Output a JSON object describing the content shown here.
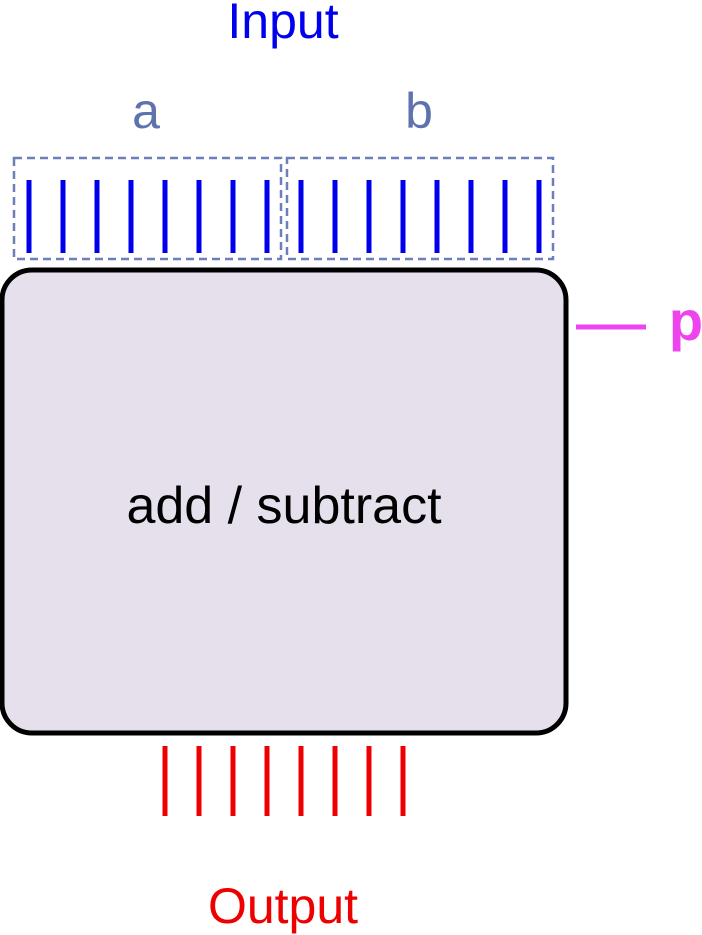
{
  "colors": {
    "input": "#0000EE",
    "group_label": "#5E72AE",
    "group_border": "#6B7FB8",
    "output": "#EE0000",
    "control": "#EE44EE",
    "block_fill": "#E6DFEC",
    "block_stroke": "#000000",
    "block_text": "#000000"
  },
  "diagram": {
    "input_title": "Input",
    "output_title": "Output",
    "block_label": "add / subtract",
    "control_label": "p",
    "groups": [
      {
        "label": "a",
        "bits": 8
      },
      {
        "label": "b",
        "bits": 8
      }
    ],
    "output_bits": 8
  }
}
